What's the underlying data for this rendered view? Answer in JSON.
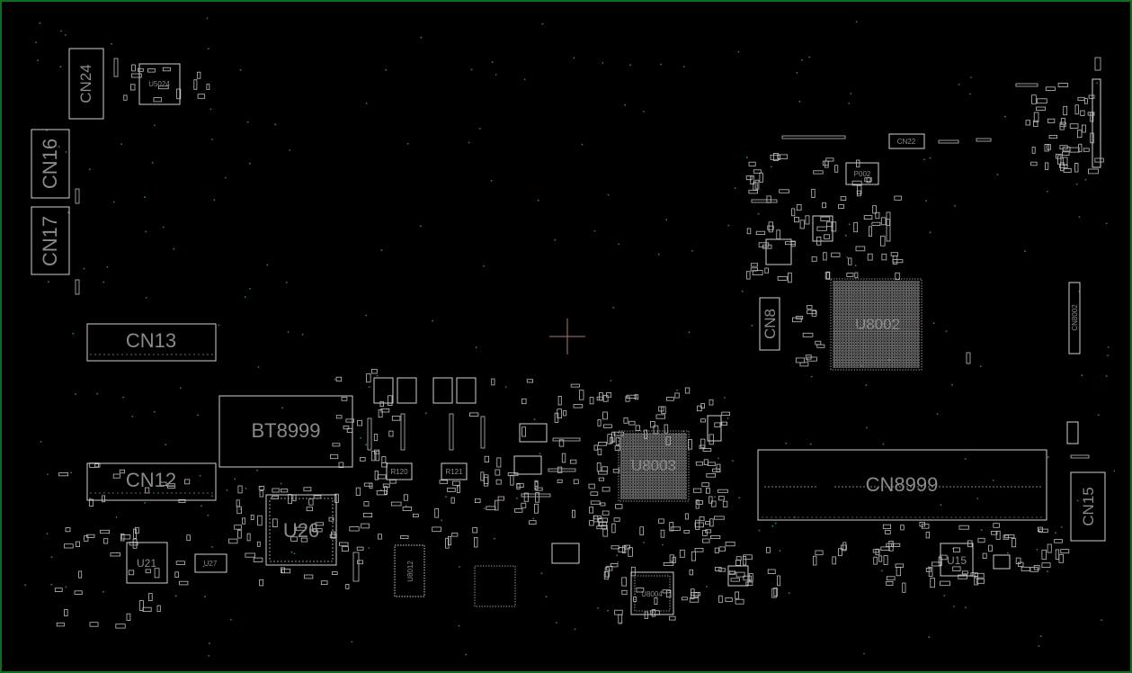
{
  "board": {
    "frame_color": "#0f6e1a",
    "background": "#000000",
    "silk_color": "#cfcfcf",
    "label_color": "#8a8a8a",
    "dot_color": "#1f8a6a"
  },
  "components": {
    "cn24": "CN24",
    "u5024": "U5024",
    "cn16": "CN16",
    "cn17": "CN17",
    "cn13": "CN13",
    "cn12": "CN12",
    "bt8999": "BT8999",
    "u26": "U26",
    "u21": "U21",
    "u27": "U27",
    "u8012": "U8012",
    "cn22": "CN22",
    "p002": "P002",
    "cn8": "CN8",
    "u8002": "U8002",
    "cn8002": "CN8002",
    "u8003": "U8003",
    "cn8999": "CN8999",
    "cn15": "CN15",
    "u8004": "U8004",
    "u15": "U15",
    "r120": "R120",
    "r121": "R121"
  },
  "cursor": "crosshair-icon"
}
